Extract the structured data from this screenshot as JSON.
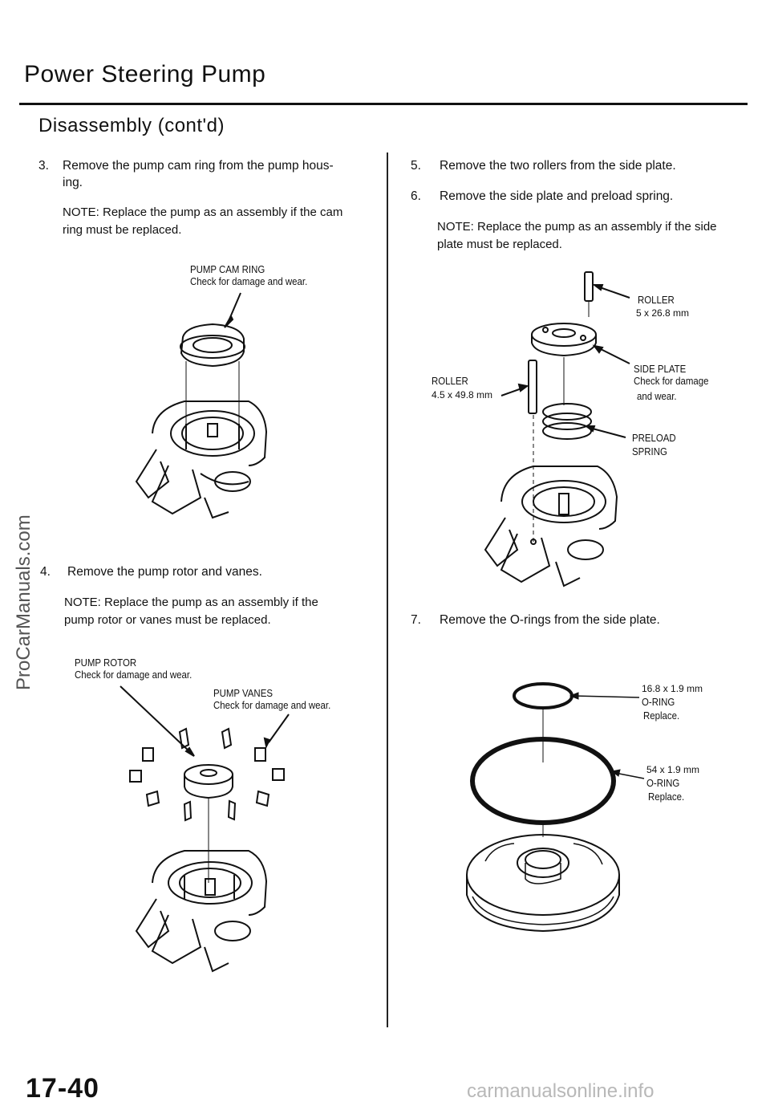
{
  "header": {
    "title": "Power Steering Pump",
    "subtitle": "Disassembly (cont'd)"
  },
  "left": {
    "step3": {
      "num": "3.",
      "text_line1": "Remove the pump cam ring from the pump hous-",
      "text_line2": "ing."
    },
    "note3": {
      "line1": "NOTE: Replace the pump as an assembly if the cam",
      "line2": "ring must be replaced."
    },
    "cam_ring_label": {
      "name": "PUMP CAM RING",
      "detail": "Check for damage and wear."
    },
    "step4": {
      "num": "4.",
      "text": "Remove the pump rotor and vanes."
    },
    "note4": {
      "line1": "NOTE: Replace the pump as an assembly if the",
      "line2": "pump rotor or vanes must be replaced."
    },
    "rotor_label": {
      "name": "PUMP ROTOR",
      "detail": "Check for damage and wear."
    },
    "vanes_label": {
      "name": "PUMP VANES",
      "detail": "Check for damage and wear."
    }
  },
  "right": {
    "step5": {
      "num": "5.",
      "text": "Remove the two rollers from the side plate."
    },
    "step6": {
      "num": "6.",
      "text": "Remove the side plate and preload spring."
    },
    "note6": {
      "line1": "NOTE: Replace the pump as an assembly if the side",
      "line2": "plate must be replaced."
    },
    "roller_top": {
      "name": "ROLLER",
      "size": "5 x 26.8 mm"
    },
    "side_plate": {
      "name": "SIDE PLATE",
      "detail1": "Check for damage",
      "detail2": "and wear."
    },
    "roller_left": {
      "name": "ROLLER",
      "size": "4.5 x 49.8 mm"
    },
    "preload": {
      "line1": "PRELOAD",
      "line2": "SPRING"
    },
    "step7": {
      "num": "7.",
      "text": "Remove the O-rings from the side plate."
    },
    "oring_small": {
      "size": "16.8 x 1.9 mm",
      "name": "O-RING",
      "action": "Replace."
    },
    "oring_large": {
      "size": "54 x 1.9 mm",
      "name": "O-RING",
      "action": "Replace."
    }
  },
  "footer": {
    "page_number": "17-40",
    "watermark_side": "ProCarManuals.com",
    "watermark_bottom": "carmanualsonline.info"
  }
}
